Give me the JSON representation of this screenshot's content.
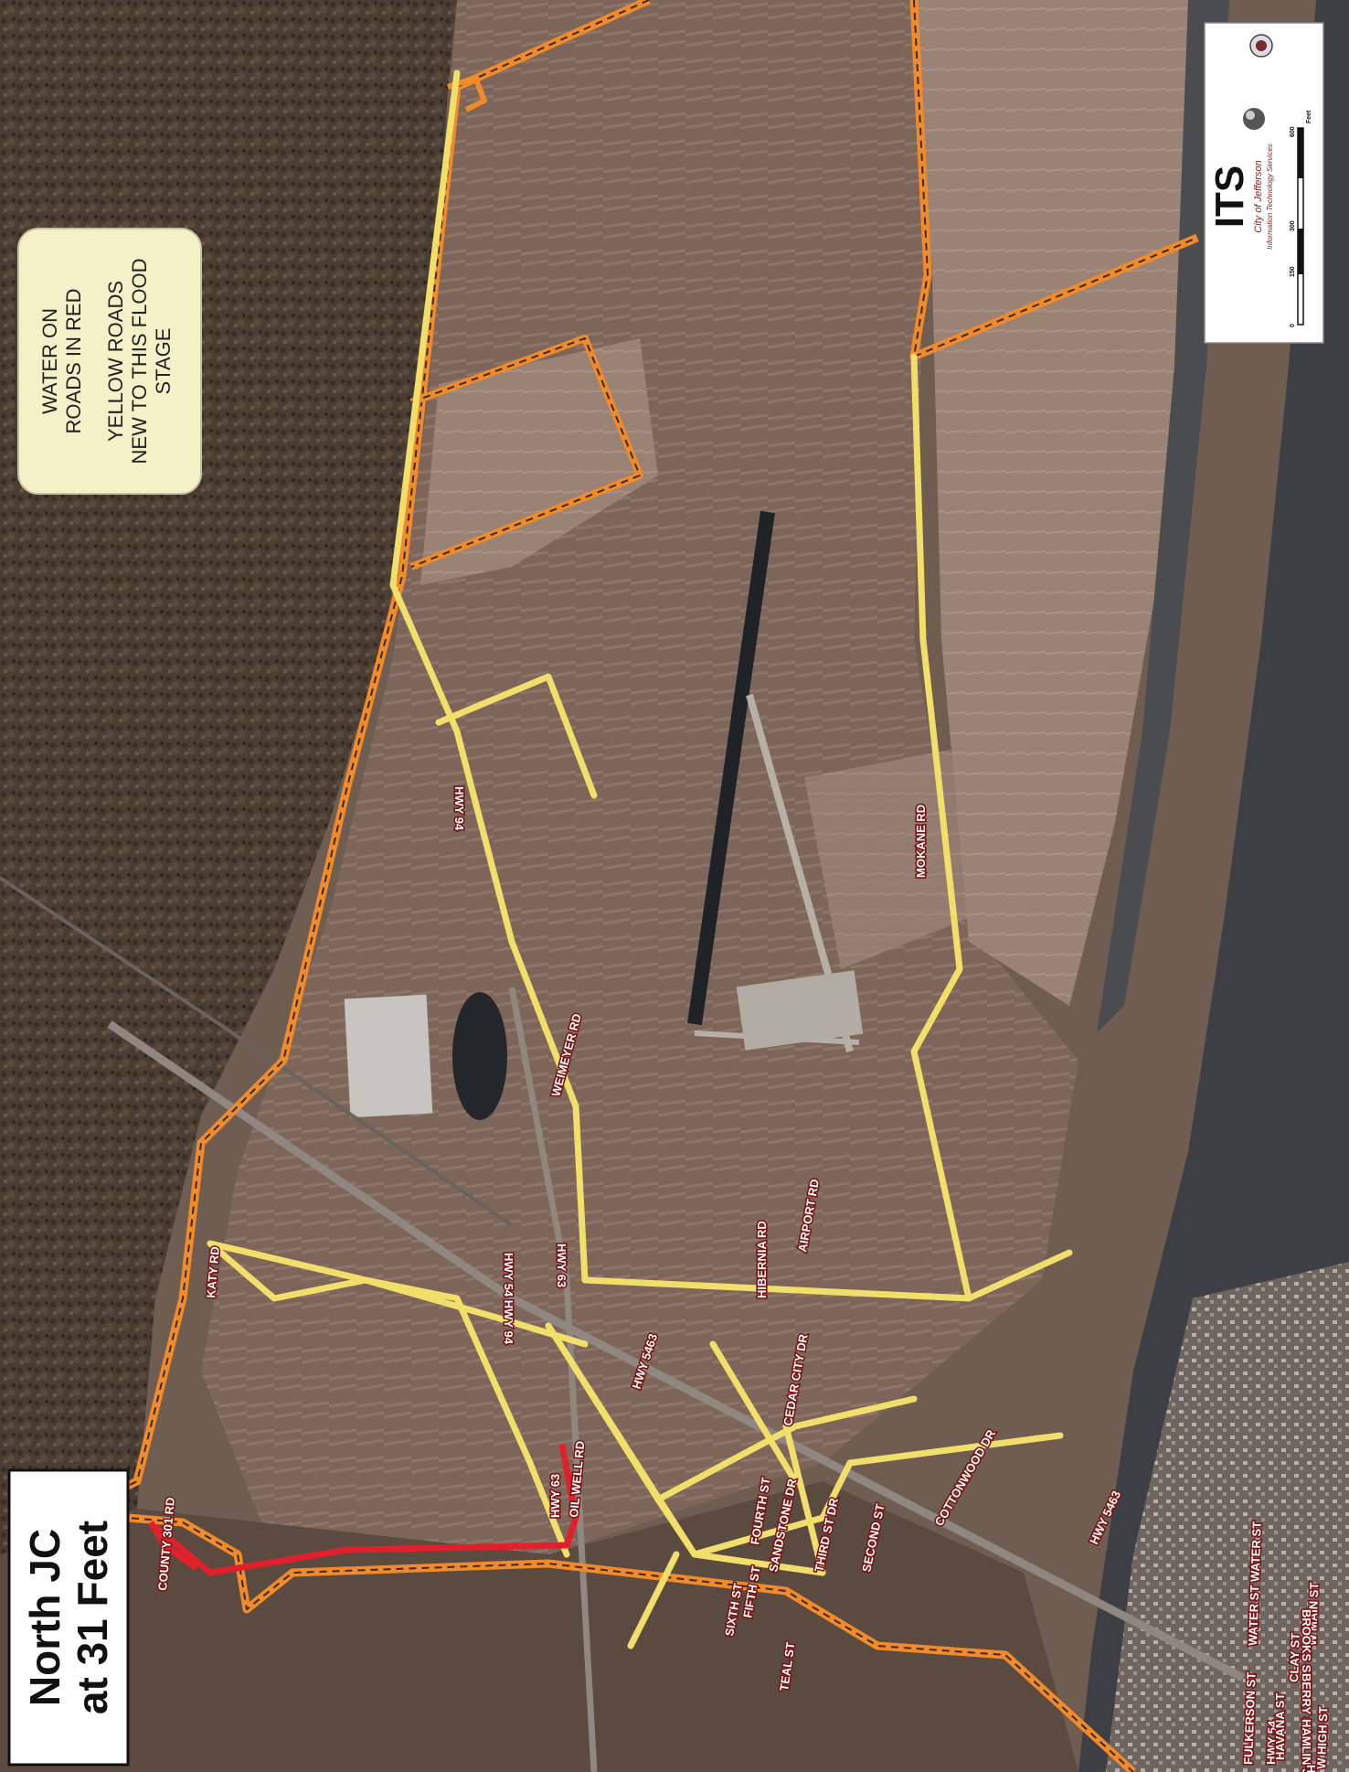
{
  "title": {
    "line1": "North JC",
    "line2": "at 31 Feet"
  },
  "legend": {
    "line1": "WATER ON",
    "line2": "ROADS IN RED",
    "line3": "YELLOW ROADS",
    "line4": "NEW TO THIS FLOOD",
    "line5": "STAGE"
  },
  "logo": {
    "mark": "ITS",
    "org": "City of Jefferson",
    "dept": "Information Technology Services",
    "scale": [
      "0",
      "150",
      "300",
      "600"
    ],
    "unit": "Feet"
  },
  "colors": {
    "flooded_road": "#e0202a",
    "new_road": "#f2de6b",
    "flood_boundary": "#f08a2a",
    "river": "#3d3f44",
    "label_halo": "#7a1414"
  },
  "road_labels": {
    "hwy94": "HWY 94",
    "hwy54_94": "HWY 54 HWY 94",
    "hwy63_a": "HWY 63",
    "hwy63_b": "HWY 63",
    "hwy5463_a": "HWY 5463",
    "hwy5463_b": "HWY 5463",
    "mokane": "MOKANE RD",
    "weimeyer": "WEIMEYER RD",
    "airport": "AIRPORT RD",
    "hibernia": "HIBERNIA RD",
    "katy": "KATY RD",
    "oilwell": "OIL WELL RD",
    "county301": "COUNTY 301 RD",
    "cedarcity": "CEDAR CITY DR",
    "fourth": "FOURTH ST",
    "sandstone": "SANDSTONE DR",
    "thirdst": "THIRD ST DR",
    "second": "SECOND ST",
    "cottonwood": "COTTONWOOD DR",
    "fifth": "FIFTH ST",
    "sixth": "SIXTH ST",
    "teal": "TEAL ST",
    "water": "WATER ST WATER ST",
    "wmain": "W MAIN ST",
    "clay": "CLAY ST",
    "fullerson": "FULKERSON ST",
    "hwy54": "HWY 54",
    "whigh": "W HIGH ST",
    "brooks": "BROOKS ST",
    "berry": "BERRY ST",
    "hamlin": "HAMLIN ST",
    "hart": "HART ST",
    "havana": "HAVANA ST"
  }
}
